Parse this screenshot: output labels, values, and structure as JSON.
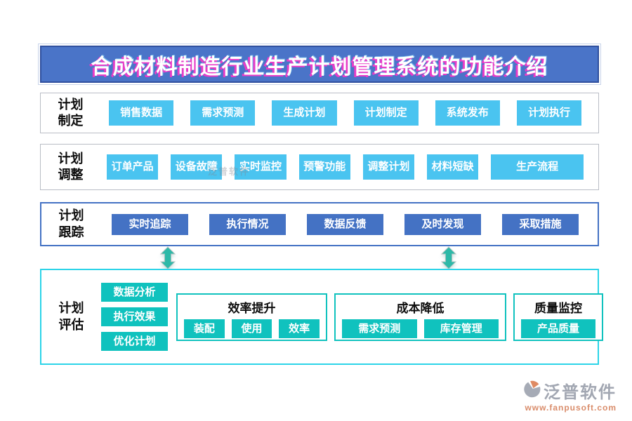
{
  "title": "合成材料制造行业生产计划管理系统的功能介绍",
  "rows": [
    {
      "label_line1": "计划",
      "label_line2": "制定",
      "buttons": [
        "销售数据",
        "需求预测",
        "生成计划",
        "计划制定",
        "系统发布",
        "计划执行"
      ]
    },
    {
      "label_line1": "计划",
      "label_line2": "调整",
      "buttons": [
        "订单产品",
        "设备故障",
        "实时监控",
        "预警功能",
        "调整计划",
        "材料短缺",
        "生产流程"
      ]
    },
    {
      "label_line1": "计划",
      "label_line2": "跟踪",
      "buttons": [
        "实时追踪",
        "执行情况",
        "数据反馈",
        "及时发现",
        "采取措施"
      ]
    }
  ],
  "evaluation": {
    "label_line1": "计划",
    "label_line2": "评估",
    "side_buttons": [
      "数据分析",
      "执行效果",
      "优化计划"
    ],
    "groups": [
      {
        "title": "效率提升",
        "buttons": [
          "装配",
          "使用",
          "效率"
        ]
      },
      {
        "title": "成本降低",
        "buttons": [
          "需求预测",
          "库存管理"
        ]
      },
      {
        "title": "质量监控",
        "buttons": [
          "产品质量"
        ]
      }
    ]
  },
  "watermark": "泛普软件",
  "logo": {
    "name": "泛普软件",
    "url": "www.fanpusoft.com"
  },
  "colors": {
    "c-title-bg": "#4a74c8",
    "c-title-border": "#2f4f9e",
    "c-title-shadow": "#e83cc8",
    "c-skyblue": "#4ac4f0",
    "c-blue": "#4472c4",
    "c-teal": "#10c2be",
    "c-cyan-border": "#2cd4e8",
    "c-arrow": "#2cb9a8",
    "c-gray-border": "#b9bdc5",
    "c-logo-gray": "#a2a7b2",
    "c-logo-orange": "#d98c6a"
  }
}
